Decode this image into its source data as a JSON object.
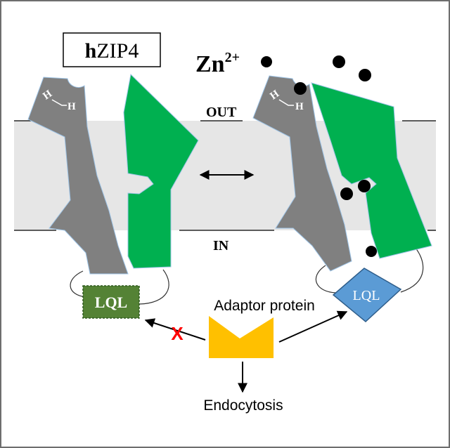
{
  "title": {
    "prefix": "h",
    "name": "ZIP4"
  },
  "labels": {
    "zn": "Zn",
    "zn_charge": "2+",
    "out": "OUT",
    "in": "IN",
    "adaptor": "Adaptor protein",
    "endocytosis": "Endocytosis",
    "lql_left": "LQL",
    "lql_right": "LQL",
    "block_mark": "X",
    "his_left_1": "H",
    "his_left_2": "H",
    "his_right_1": "H",
    "his_right_2": "H"
  },
  "colors": {
    "gray_domain": "#808080",
    "green_domain": "#00b050",
    "membrane": "#e6e6e6",
    "adaptor": "#ffc000",
    "lql_left": "#548235",
    "lql_right": "#5b9bd5",
    "block_mark": "#ff0000",
    "frame": "#6e6e6e"
  }
}
